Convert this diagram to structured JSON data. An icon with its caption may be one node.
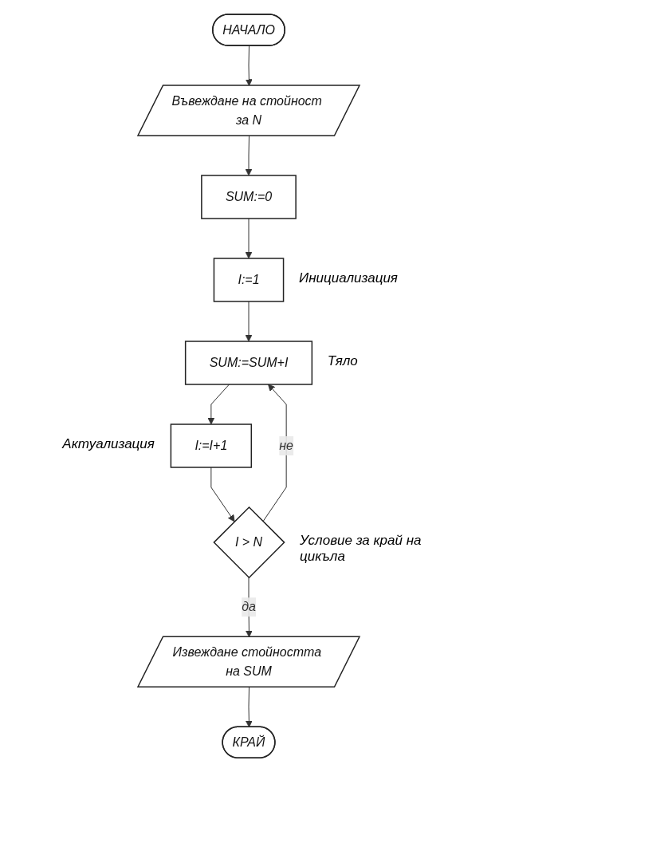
{
  "diagram": {
    "nodes": [
      {
        "text": [
          "НАЧАЛО"
        ]
      },
      {
        "text": [
          "Въвеждане на стойност за N"
        ]
      },
      {
        "text": [
          "SUM:=0"
        ]
      },
      {
        "text": [
          "I:=1"
        ],
        "beside": [
          "Инициализация"
        ]
      },
      {
        "text": [
          "SUM:=SUM+I"
        ],
        "beside": [
          "Тяло"
        ]
      },
      {
        "text": [
          "I:=I+1"
        ],
        "beside": [
          "Актуализация"
        ]
      },
      {
        "text": [
          "I > N"
        ],
        "beside": [
          "Условие за край на цикъла"
        ]
      },
      {
        "text": [
          "Извеждане стойността на SUM"
        ]
      },
      {
        "text": [
          "КРАЙ"
        ]
      }
    ],
    "edges": [
      {
        "from": 0,
        "to": 1,
        "arrow": "to"
      },
      {
        "from": 1,
        "to": 2,
        "arrow": "to"
      },
      {
        "from": 2,
        "to": 3,
        "arrow": "to"
      },
      {
        "from": 3,
        "to": 4,
        "arrow": "to"
      },
      {
        "from": 4,
        "to": 5,
        "arrow": "to"
      },
      {
        "from": 5,
        "to": 6,
        "arrow": "to"
      },
      {
        "from": 6,
        "to": 4,
        "label": "не",
        "arrow": "to"
      },
      {
        "from": 6,
        "to": 7,
        "label": "да",
        "arrow": "to"
      },
      {
        "from": 7,
        "to": 8,
        "arrow": "to"
      }
    ]
  }
}
